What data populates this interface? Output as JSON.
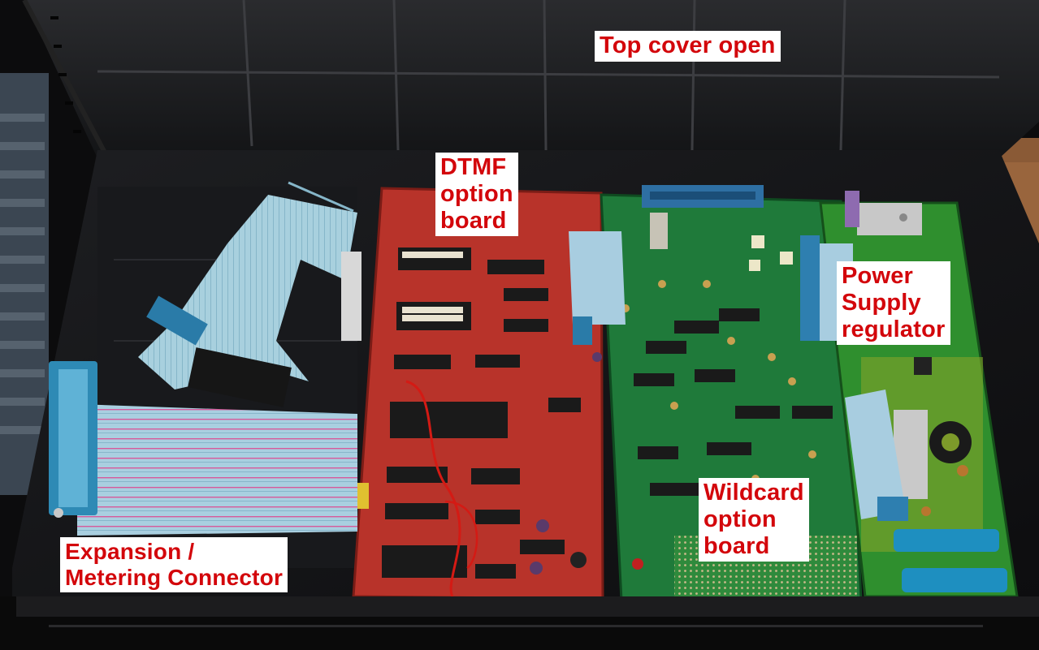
{
  "annotations": {
    "top_cover": "Top cover open",
    "dtmf_board": [
      "DTMF",
      "option",
      "board"
    ],
    "power_supply": [
      "Power",
      "Supply",
      "regulator"
    ],
    "wildcard_board": [
      "Wildcard",
      "option",
      "board"
    ],
    "expansion_connector": [
      "Expansion /",
      "Metering Connector"
    ]
  },
  "colors": {
    "label_text": "#d3060b",
    "label_background": "#ffffff",
    "dtmf_board": "#b8332a",
    "wildcard_board": "#1f7a3a",
    "power_board": "#2f8f2e",
    "ribbon_cable": "#a9cfe0",
    "chassis": "#141416"
  }
}
